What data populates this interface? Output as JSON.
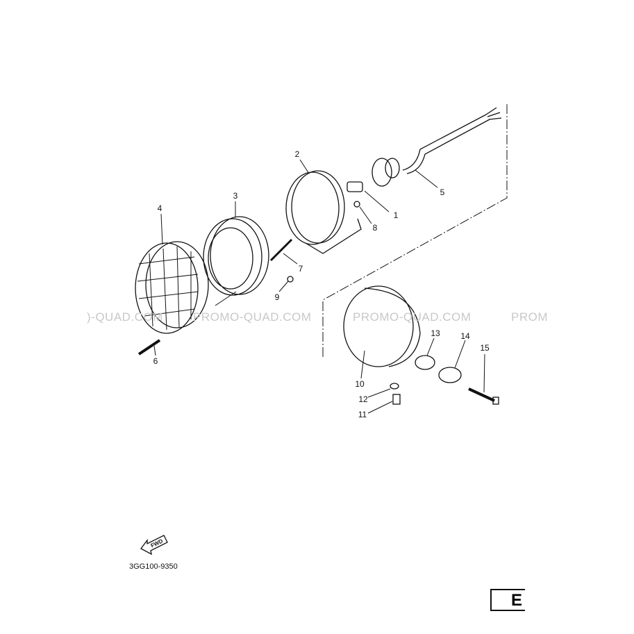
{
  "diagram": {
    "part_numbers": [
      "1",
      "2",
      "3",
      "4",
      "5",
      "6",
      "7",
      "8",
      "9",
      "10",
      "11",
      "12",
      "13",
      "14",
      "15"
    ],
    "watermarks": [
      ")-QUAD.COM",
      "PROMO-QUAD.COM",
      "PROMO-QUAD.COM",
      "PROM"
    ],
    "fwd_arrow": "FWD",
    "diagram_code": "3GG100-9350",
    "section_letter": "E"
  }
}
